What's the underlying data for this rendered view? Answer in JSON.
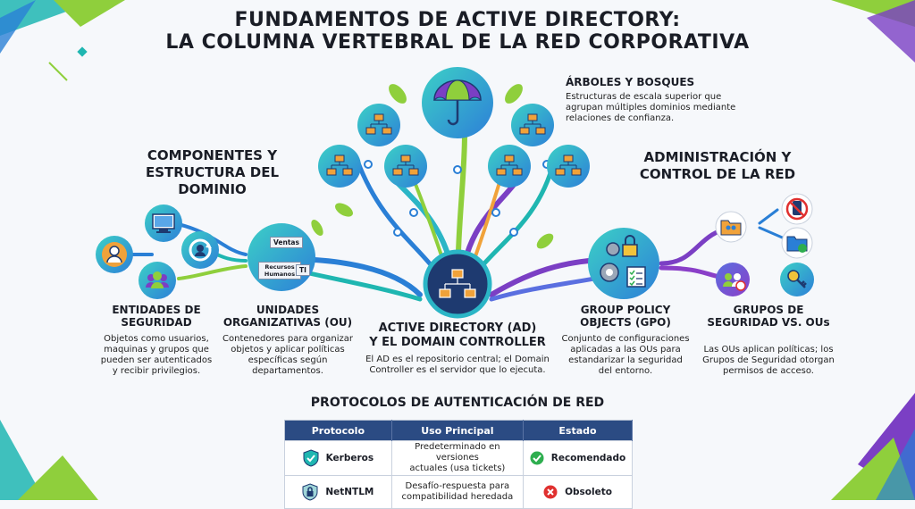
{
  "title": {
    "line1": "FUNDAMENTOS DE ACTIVE DIRECTORY:",
    "line2": "LA COLUMNA VERTEBRAL DE LA RED CORPORATIVA"
  },
  "sections": {
    "left_title": [
      "COMPONENTES Y",
      "ESTRUCTURA DEL DOMINIO"
    ],
    "right_title": [
      "ADMINISTRACIÓN Y",
      "CONTROL DE LA RED"
    ]
  },
  "trees": {
    "title": "ÁRBOLES Y BOSQUES",
    "desc": [
      "Estructuras de escala superior que",
      "agrupan múltiples dominios mediante",
      "relaciones de confianza."
    ]
  },
  "entities": {
    "title": [
      "ENTIDADES DE",
      "SEGURIDAD"
    ],
    "desc": [
      "Objetos como usuarios,",
      "maquinas y grupos que",
      "pueden ser autenticados",
      "y recibir privilegios."
    ]
  },
  "ou": {
    "title": [
      "UNIDADES",
      "ORGANIZATIVAS (OU)"
    ],
    "desc": [
      "Contenedores para organizar",
      "objetos y aplicar políticas",
      "específicas según",
      "departamentos."
    ],
    "chips": [
      "Ventas",
      "Recursos Humanos",
      "TI"
    ]
  },
  "ad": {
    "title": [
      "ACTIVE DIRECTORY (AD)",
      "Y EL DOMAIN CONTROLLER"
    ],
    "desc": [
      "El AD es el repositorio central; el Domain",
      "Controller es el servidor que lo ejecuta."
    ]
  },
  "gpo": {
    "title": [
      "GROUP POLICY",
      "OBJECTS (GPO)"
    ],
    "desc": [
      "Conjunto de configuraciones",
      "aplicadas a las OUs para",
      "estandarizar la seguridad",
      "del entorno."
    ]
  },
  "groups": {
    "title": [
      "GRUPOS DE",
      "SEGURIDAD VS. OUs"
    ],
    "desc": [
      "Las OUs aplican políticas; los",
      "Grupos de Seguridad otorgan",
      "permisos de acceso."
    ]
  },
  "protocols": {
    "title": "PROTOCOLOS DE AUTENTICACIÓN DE RED",
    "headers": [
      "Protocolo",
      "Uso Principal",
      "Estado"
    ],
    "rows": [
      {
        "name": "Kerberos",
        "usage": [
          "Predeterminado en versiones",
          "actuales (usa tickets)"
        ],
        "status": "Recomendado",
        "status_color": "#2eae4f"
      },
      {
        "name": "NetNTLM",
        "usage": [
          "Desafío-respuesta para",
          "compatibilidad heredada"
        ],
        "status": "Obsoleto",
        "status_color": "#e0302f"
      }
    ]
  },
  "colors": {
    "teal": "#1fb6b1",
    "blue": "#2a7fd6",
    "purple": "#7b3fc4",
    "green": "#8fcf3c",
    "navy": "#1e3a70"
  },
  "icons": [
    "computer-icon",
    "user-icon",
    "sync-icon",
    "group-icon",
    "org-chart-icon",
    "umbrella-icon",
    "gears-icon",
    "lock-icon",
    "checklist-icon",
    "folder-group-icon",
    "no-device-icon",
    "dollar-folder-icon",
    "key-icon",
    "shield-check-icon",
    "shield-lock-icon"
  ]
}
